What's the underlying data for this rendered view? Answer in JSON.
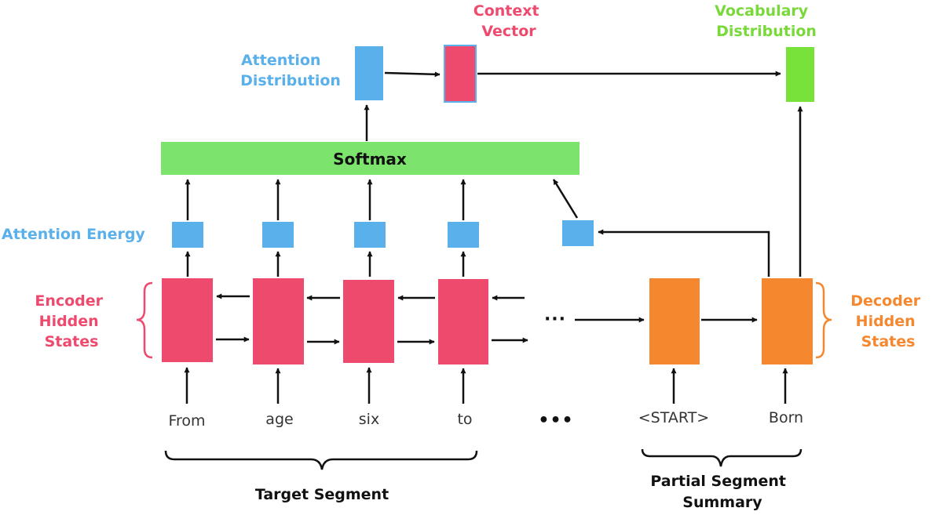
{
  "colors": {
    "encoder": "#ee4a6e",
    "decoder": "#f5882f",
    "attention": "#5ab0ea",
    "softmax": "#7ce36c",
    "vocab": "#79e23a",
    "context_label": "#ee4a6e",
    "attention_label": "#5ab0ea",
    "vocab_label": "#79d93a",
    "decoder_label": "#f5882f",
    "encoder_label": "#ee4a6e",
    "arrow": "#111111"
  },
  "labels": {
    "context_vector": [
      "Context",
      "Vector"
    ],
    "vocabulary_distribution": [
      "Vocabulary",
      "Distribution"
    ],
    "attention_distribution": [
      "Attention",
      "Distribution"
    ],
    "softmax": "Softmax",
    "attention_energy": "Attention Energy",
    "encoder_hidden_states": [
      "Encoder",
      "Hidden",
      "States"
    ],
    "decoder_hidden_states": [
      "Decoder",
      "Hidden",
      "States"
    ],
    "target_segment": "Target Segment",
    "partial_segment_summary": [
      "Partial Segment",
      "Summary"
    ],
    "ellipsis": "···"
  },
  "tokens": {
    "encoder": [
      "From",
      "age",
      "six",
      "to"
    ],
    "ellipsis": "•••",
    "decoder": [
      "<START>",
      "Born"
    ]
  }
}
